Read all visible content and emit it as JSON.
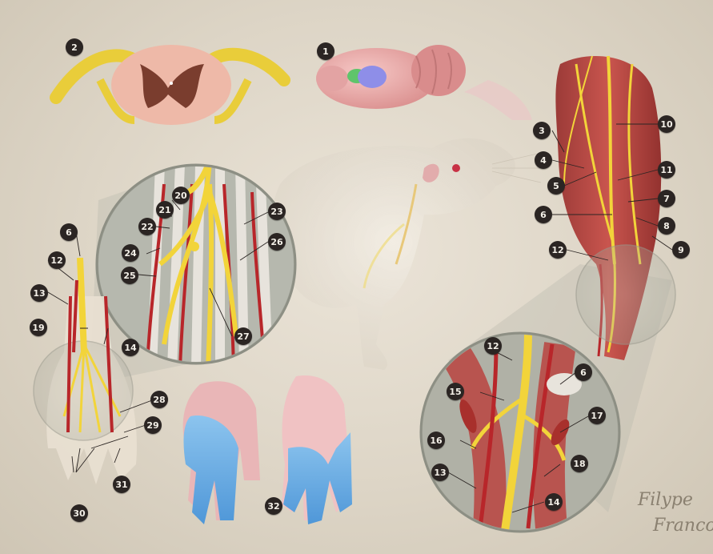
{
  "callouts": [
    "1",
    "2",
    "3",
    "4",
    "5",
    "6",
    "7",
    "8",
    "9",
    "10",
    "11",
    "12",
    "13",
    "14",
    "15",
    "16",
    "17",
    "18",
    "19",
    "20",
    "21",
    "22",
    "23",
    "24",
    "25",
    "26",
    "27",
    "28",
    "29",
    "30",
    "31",
    "32"
  ],
  "callout_secondary": {
    "6": "6",
    "12": "12",
    "13": "13",
    "14": "14"
  },
  "signature": {
    "line1": "Filype",
    "line2": "Franco"
  },
  "colors": {
    "nerve": "#f2d43a",
    "artery": "#b8262a",
    "muscle": "#b94a46",
    "tendon": "#d9d4cc",
    "background": "#e3dccf",
    "label": "#2b2523",
    "blue_paw": "#6fb2e8"
  },
  "icons": [
    "rat-brain-illustration",
    "spinal-cord-section-illustration",
    "rat-illustration",
    "forelimb-illustration",
    "paw-dorsal-illustration",
    "paw-palmar-illustration"
  ]
}
